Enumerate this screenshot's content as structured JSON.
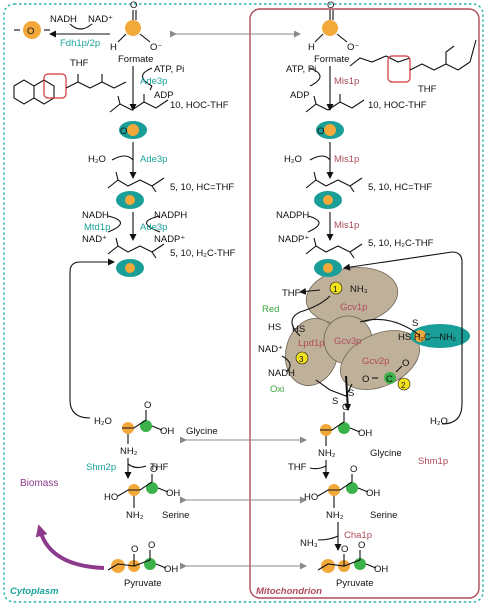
{
  "compartments": {
    "cytoplasm": "Cytoplasm",
    "mitochondrion": "Mitochondrion"
  },
  "metabolites": {
    "formate": "Formate",
    "thf": "THF",
    "hoc_thf": "10, HOC-THF",
    "hc_thf": "5, 10, HC=THF",
    "h2c_thf": "5, 10, H₂C-THF",
    "glycine": "Glycine",
    "serine": "Serine",
    "pyruvate": "Pyruvate",
    "biomass": "Biomass",
    "nadh": "NADH",
    "nad": "NAD⁺",
    "nadph": "NADPH",
    "nadp": "NADP⁺",
    "atp_pi": "ATP, Pi",
    "adp": "ADP",
    "h2o": "H₂O",
    "nh3": "NH₃",
    "red": "Red",
    "oxi": "Oxi",
    "h2c_nh2": "H₂C—NH₂",
    "oh": "OH",
    "o_minus": "O⁻",
    "o": "O",
    "h": "H",
    "nh2": "NH₂",
    "ho": "HO",
    "hs": "HS",
    "s": "S",
    "c": "C"
  },
  "enzymes": {
    "fdh": "Fdh1p/2p",
    "ade3_a": "Ade3p",
    "ade3_b": "Ade3p",
    "ade3_c": "Ade3p",
    "mtd1": "Mtd1p",
    "shm2": "Shm2p",
    "mis1_a": "Mis1p",
    "mis1_b": "Mis1p",
    "mis1_c": "Mis1p",
    "gcv1": "Gcv1p",
    "gcv2": "Gcv2p",
    "gcv3": "Gcv3p",
    "lpd1": "Lpd1p",
    "shm1": "Shm1p",
    "cha1": "Cha1p"
  },
  "gcv_steps": [
    "1",
    "2",
    "3"
  ],
  "colors": {
    "cytoplasm_border": "#2bb3a8",
    "mito_border": "#b04a5a",
    "enzyme_cyto": "#1aa39a",
    "enzyme_mito": "#b04a5a",
    "carbon_orange": "#f3a93a",
    "carbon_green": "#3cb24a",
    "thf_teal": "#1a9e98",
    "gcv_complex": "#bfb09a",
    "step_yellow": "#f2e21d",
    "biomass_purple": "#8c3a8c",
    "redox_green": "#3aa53a"
  }
}
